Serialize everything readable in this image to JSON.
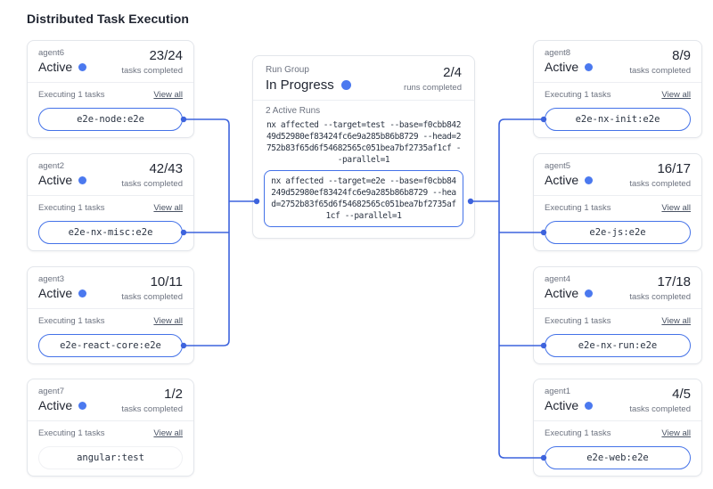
{
  "title": "Distributed Task Execution",
  "colors": {
    "accent_blue": "#4472e8",
    "status_dot_blue": "#4b79ef",
    "connector_blue": "#3d63dd"
  },
  "left_agents": [
    {
      "name": "agent6",
      "status": "Active",
      "progress": "23/24",
      "progress_label": "tasks completed",
      "executing_label": "Executing 1 tasks",
      "view_all": "View all",
      "task": "e2e-node:e2e"
    },
    {
      "name": "agent2",
      "status": "Active",
      "progress": "42/43",
      "progress_label": "tasks completed",
      "executing_label": "Executing 1 tasks",
      "view_all": "View all",
      "task": "e2e-nx-misc:e2e"
    },
    {
      "name": "agent3",
      "status": "Active",
      "progress": "10/11",
      "progress_label": "tasks completed",
      "executing_label": "Executing 1 tasks",
      "view_all": "View all",
      "task": "e2e-react-core:e2e"
    },
    {
      "name": "agent7",
      "status": "Active",
      "progress": "1/2",
      "progress_label": "tasks completed",
      "executing_label": "Executing 1 tasks",
      "view_all": "View all",
      "task": "angular:test"
    }
  ],
  "right_agents": [
    {
      "name": "agent8",
      "status": "Active",
      "progress": "8/9",
      "progress_label": "tasks completed",
      "executing_label": "Executing 1 tasks",
      "view_all": "View all",
      "task": "e2e-nx-init:e2e"
    },
    {
      "name": "agent5",
      "status": "Active",
      "progress": "16/17",
      "progress_label": "tasks completed",
      "executing_label": "Executing 1 tasks",
      "view_all": "View all",
      "task": "e2e-js:e2e"
    },
    {
      "name": "agent4",
      "status": "Active",
      "progress": "17/18",
      "progress_label": "tasks completed",
      "executing_label": "Executing 1 tasks",
      "view_all": "View all",
      "task": "e2e-nx-run:e2e"
    },
    {
      "name": "agent1",
      "status": "Active",
      "progress": "4/5",
      "progress_label": "tasks completed",
      "executing_label": "Executing 1 tasks",
      "view_all": "View all",
      "task": "e2e-web:e2e"
    }
  ],
  "run_group": {
    "label": "Run Group",
    "status": "In Progress",
    "progress": "2/4",
    "progress_label": "runs completed",
    "active_runs_label": "2 Active Runs",
    "commands": [
      {
        "text": "nx affected --target=test --base=f0cbb84249d52980ef83424fc6e9a285b86b8729 --head=2752b83f65d6f54682565c051bea7bf2735af1cf --parallel=1"
      },
      {
        "text": "nx affected --target=e2e --base=f0cbb84249d52980ef83424fc6e9a285b86b8729 --head=2752b83f65d6f54682565c051bea7bf2735af1cf --parallel=1"
      }
    ]
  }
}
